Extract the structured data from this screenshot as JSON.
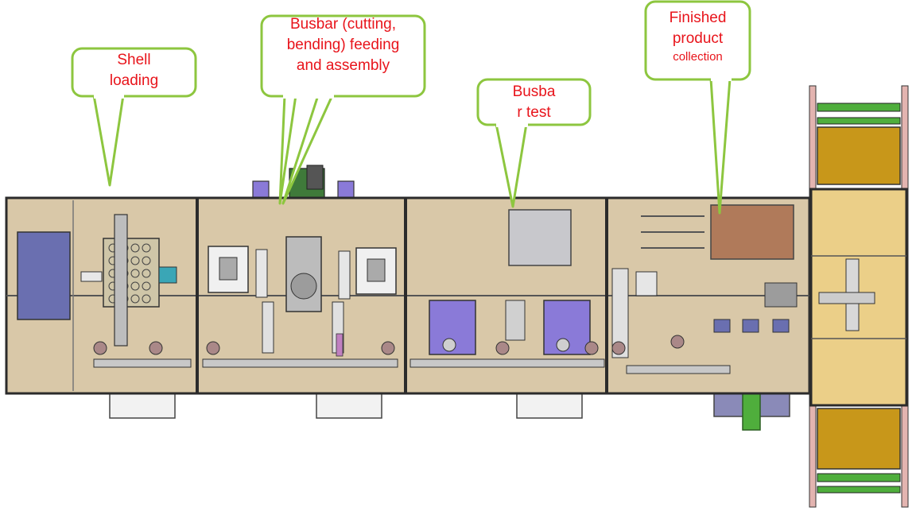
{
  "callouts": {
    "shell_loading": {
      "line1": "Shell",
      "line2": "loading"
    },
    "busbar_feeding": {
      "line1": "Busbar (cutting,",
      "line2": "bending)  feeding",
      "line3": "and  assembly"
    },
    "busbar_test": {
      "line1": "Busba",
      "line2": "r  test"
    },
    "finished_collection": {
      "line1": "Finished",
      "line2": "product",
      "line3": "collection"
    }
  },
  "colors": {
    "callout_border": "#8dc63f",
    "callout_text": "#e8141b",
    "panel_fill": "#d9c8a8",
    "frame": "#2b2b2b",
    "conveyor_gold": "#c8971a",
    "rail_pink": "#e3b4b0",
    "rail_green": "#4fae3c",
    "purple": "#8a7ad8",
    "test_plate": "#c8c8cc",
    "collection_tray": "#b07a5a",
    "blue_panel": "#6a6fb0",
    "teal": "#3aa6b6"
  }
}
